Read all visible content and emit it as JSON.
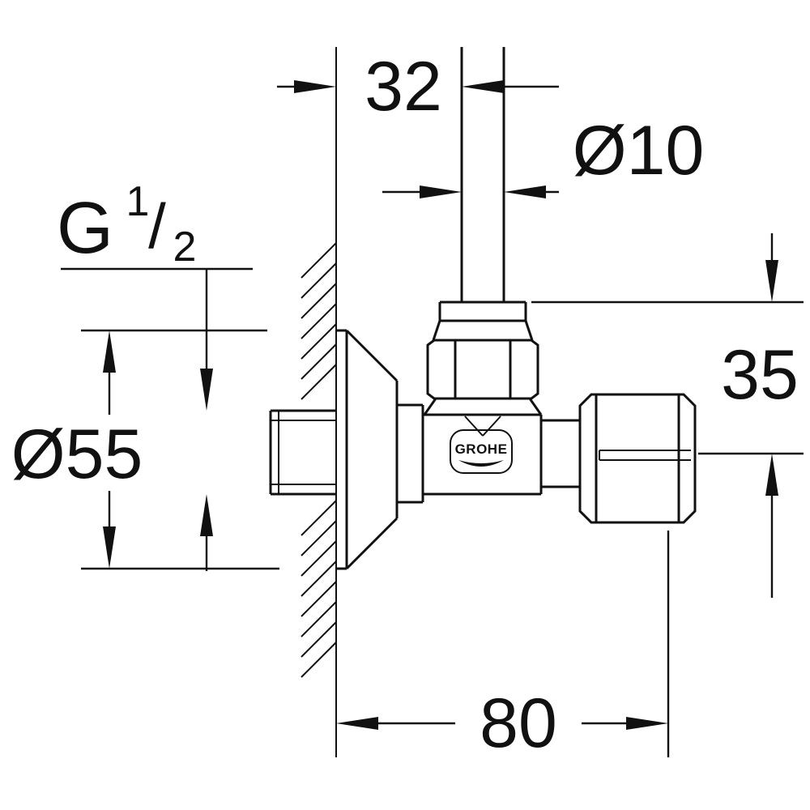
{
  "drawing": {
    "labels": {
      "width_32": "32",
      "pipe_diameter": "Ø10",
      "thread_g": "G",
      "thread_numerator": "1",
      "thread_slash": "/",
      "thread_denominator": "2",
      "flange_diameter": "Ø55",
      "height_35": "35",
      "depth_80": "80",
      "brand": "GROHE"
    },
    "colors": {
      "line": "#111111",
      "background": "#ffffff"
    }
  }
}
